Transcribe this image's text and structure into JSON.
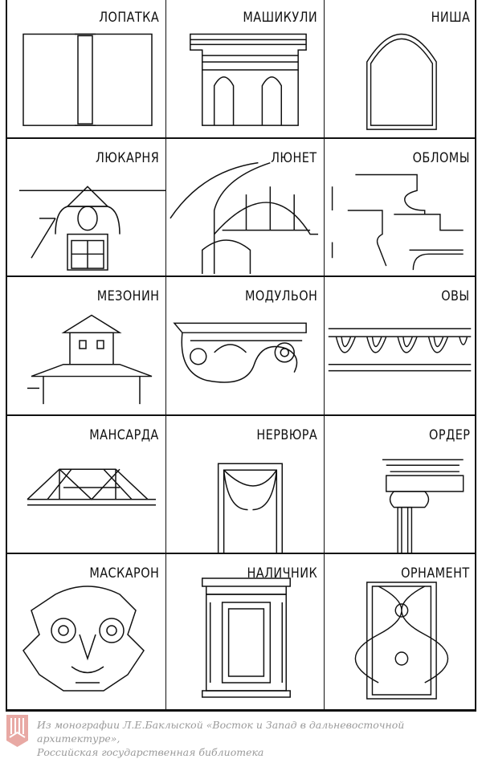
{
  "cells": [
    {
      "label": "ЛОПАТКА",
      "icon": "pilaster-drawing"
    },
    {
      "label": "МАШИКУЛИ",
      "icon": "machicolation-drawing"
    },
    {
      "label": "НИША",
      "icon": "niche-drawing"
    },
    {
      "label": "ЛЮКАРНЯ",
      "icon": "lucarne-drawing"
    },
    {
      "label": "ЛЮНЕТ",
      "icon": "lunette-drawing"
    },
    {
      "label": "ОБЛОМЫ",
      "icon": "moulding-drawing"
    },
    {
      "label": "МЕЗОНИН",
      "icon": "mezzanine-drawing"
    },
    {
      "label": "МОДУЛЬОН",
      "icon": "modillion-drawing"
    },
    {
      "label": "ОВЫ",
      "icon": "ovolo-drawing"
    },
    {
      "label": "МАНСАРДА",
      "icon": "mansard-drawing"
    },
    {
      "label": "НЕРВЮРА",
      "icon": "rib-vault-drawing"
    },
    {
      "label": "ОРДЕР",
      "icon": "order-drawing"
    },
    {
      "label": "МАСКАРОН",
      "icon": "mascaron-drawing"
    },
    {
      "label": "НАЛИЧНИК",
      "icon": "window-casing-drawing"
    },
    {
      "label": "ОРНАМЕНТ",
      "icon": "ornament-drawing"
    }
  ],
  "footer": {
    "line1": "Из монографии Л.Е.Баклыской «Восток и Запад в дальневосточной архитектуре»,",
    "line2": "Российская государственная библиотека",
    "logo_color": "#e8a9a4"
  }
}
